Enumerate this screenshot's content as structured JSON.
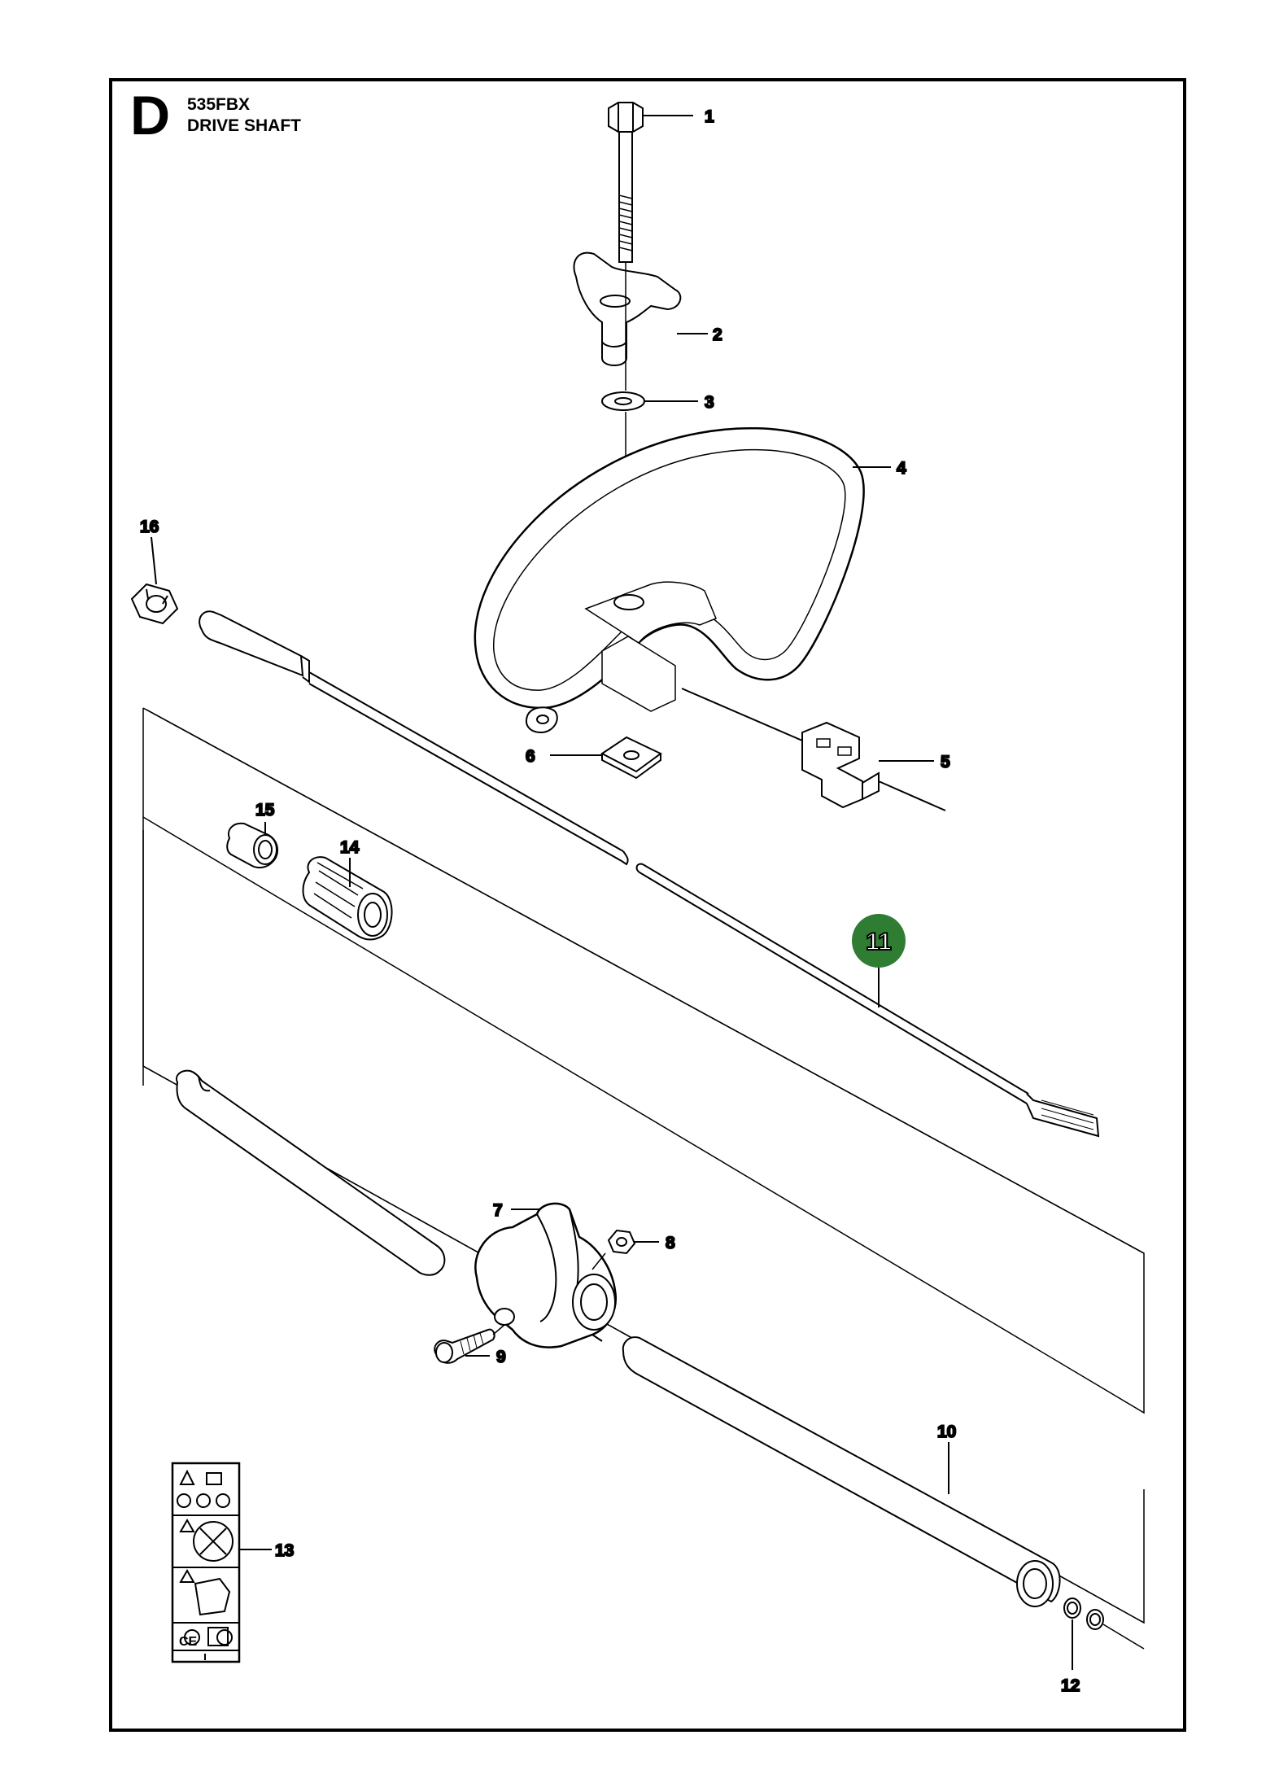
{
  "header": {
    "section_letter": "D",
    "model": "535FBX",
    "title": "DRIVE SHAFT"
  },
  "colors": {
    "line": "#000000",
    "callout_fill": "#2e7d32",
    "callout_text": "#ffffff"
  },
  "parts": {
    "p1": "1",
    "p2": "2",
    "p3": "3",
    "p4": "4",
    "p5": "5",
    "p6": "6",
    "p7": "7",
    "p8": "8",
    "p9": "9",
    "p10": "10",
    "p11": "11",
    "p12": "12",
    "p13": "13",
    "p14": "14",
    "p15": "15",
    "p16": "16"
  },
  "icons": [
    "warning-decal-icon",
    "ce-mark-icon"
  ]
}
